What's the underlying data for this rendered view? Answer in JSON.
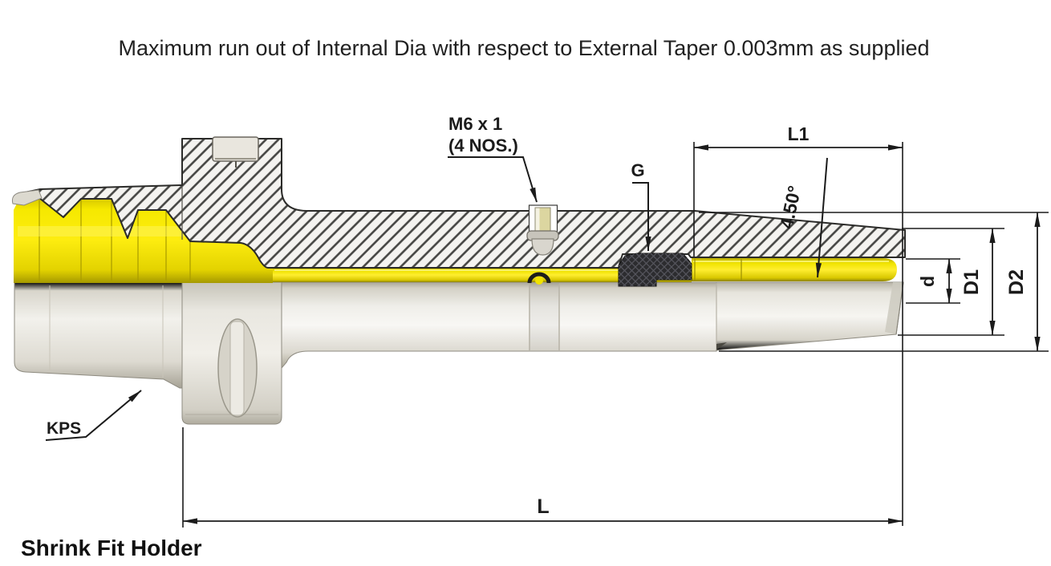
{
  "title": "Maximum run out of Internal Dia with respect to External Taper 0.003mm as supplied",
  "product_name": "Shrink Fit Holder",
  "labels": {
    "thread_spec": "M6 x 1",
    "thread_qty": "(4 NOS.)",
    "coolant_groove": "G",
    "clamping_length": "L1",
    "taper_angle": "4.50°",
    "bore_diameter": "d",
    "nose_diameter": "D1",
    "body_diameter": "D2",
    "overall_length": "L",
    "kps": "KPS"
  },
  "colors": {
    "background": "#ffffff",
    "bore_highlight_yellow": "#f3e600",
    "body_gray": "#e9e7e0",
    "hatch_line": "#454543",
    "dimension_line": "#1b1b1b",
    "coolant_collar_black": "#2c2c2f"
  }
}
